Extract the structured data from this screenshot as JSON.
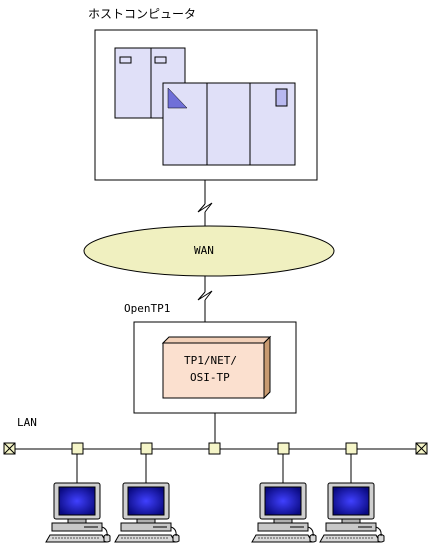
{
  "labels": {
    "host": "ホストコンピュータ",
    "wan": "WAN",
    "opentp1": "OpenTP1",
    "tp1_line1": "TP1/NET/",
    "tp1_line2": "OSI-TP",
    "lan": "LAN"
  },
  "colors": {
    "host_fill": "#e0e0f8",
    "wan_fill": "#f0f0c0",
    "tp1_front": "#fbe0cf",
    "tp1_top": "#f2d0b8",
    "tp1_side": "#c89a70",
    "node_fill": "#f5f5c8",
    "screen": "#1a1aa8",
    "monitor_body": "#c8c8c8"
  },
  "icons": {
    "computer": "desktop-computer-icon",
    "terminator": "lan-terminator-icon",
    "break": "line-break-icon"
  }
}
